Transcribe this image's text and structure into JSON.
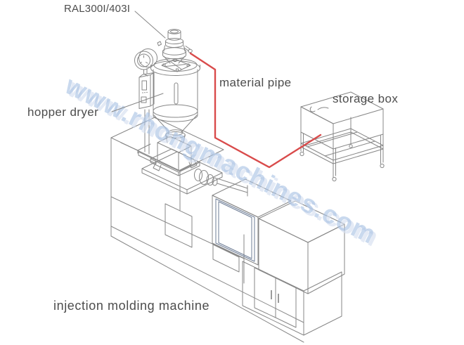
{
  "diagram": {
    "title_context": "injection molding machine material loading system diagram",
    "labels": {
      "loader_model": "RAL300I/403I",
      "hopper_dryer": "hopper dryer",
      "material_pipe": "material pipe",
      "storage_box": "storage box",
      "injection_molding_machine": "injection molding machine"
    },
    "watermark": "www.rhongmachines.com",
    "components": [
      "hopper loader",
      "hopper dryer",
      "control box",
      "pressure gauge",
      "material pipe",
      "storage box",
      "injection molding machine"
    ],
    "colors": {
      "line": "#878787",
      "label": "#4d4d4d",
      "pipe": "#d94b4b",
      "watermark": "#a9c2e4",
      "watermark_shadow": "#d6e0f0",
      "frame_dark": "#6e7d96",
      "background": "#ffffff"
    }
  }
}
